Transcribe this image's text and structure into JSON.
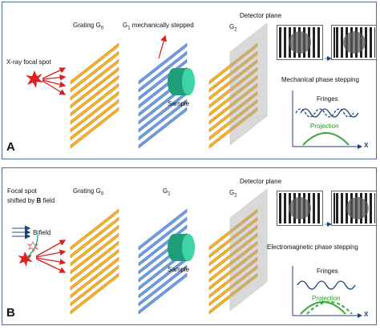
{
  "colors": {
    "grating_g0": "#f4b02a",
    "grating_g1": "#6f9be0",
    "grating_g2": "#f4b02a",
    "sample": "#2fbf95",
    "fringes": "#1f3f7a",
    "projection": "#3aa83a",
    "arrow_red": "#d92020",
    "frame": "#4a6fa5"
  },
  "panel_a": {
    "label": "A",
    "source_label": "X-ray focal spot",
    "grating_g0_main": "Grating G",
    "grating_g0_sub": "0",
    "g1_main": "G",
    "g1_sub": "1",
    "g1_suffix": " mechanically stepped",
    "g2_main": "G",
    "g2_sub": "2",
    "sample_label": "Sample",
    "detector_label": "Detector plane",
    "stepping_title": "Mechanical phase stepping",
    "fringes_label": "Fringes",
    "projection_label": "Projection",
    "axis_label": "X"
  },
  "panel_b": {
    "label": "B",
    "source_line1": "Focal spot",
    "source_line2_prefix": "shifted by ",
    "source_line2_bold": "B",
    "source_line2_suffix": " field",
    "field_label": "B field",
    "grating_g0_main": "Grating G",
    "grating_g0_sub": "0",
    "g1_main": "G",
    "g1_sub": "1",
    "g2_main": "G",
    "g2_sub": "2",
    "sample_label": "Sample",
    "detector_label": "Detector plane",
    "stepping_title": "Electromagnetic phase stepping",
    "fringes_label": "Fringes",
    "projection_label": "Projection",
    "axis_label": "X"
  }
}
